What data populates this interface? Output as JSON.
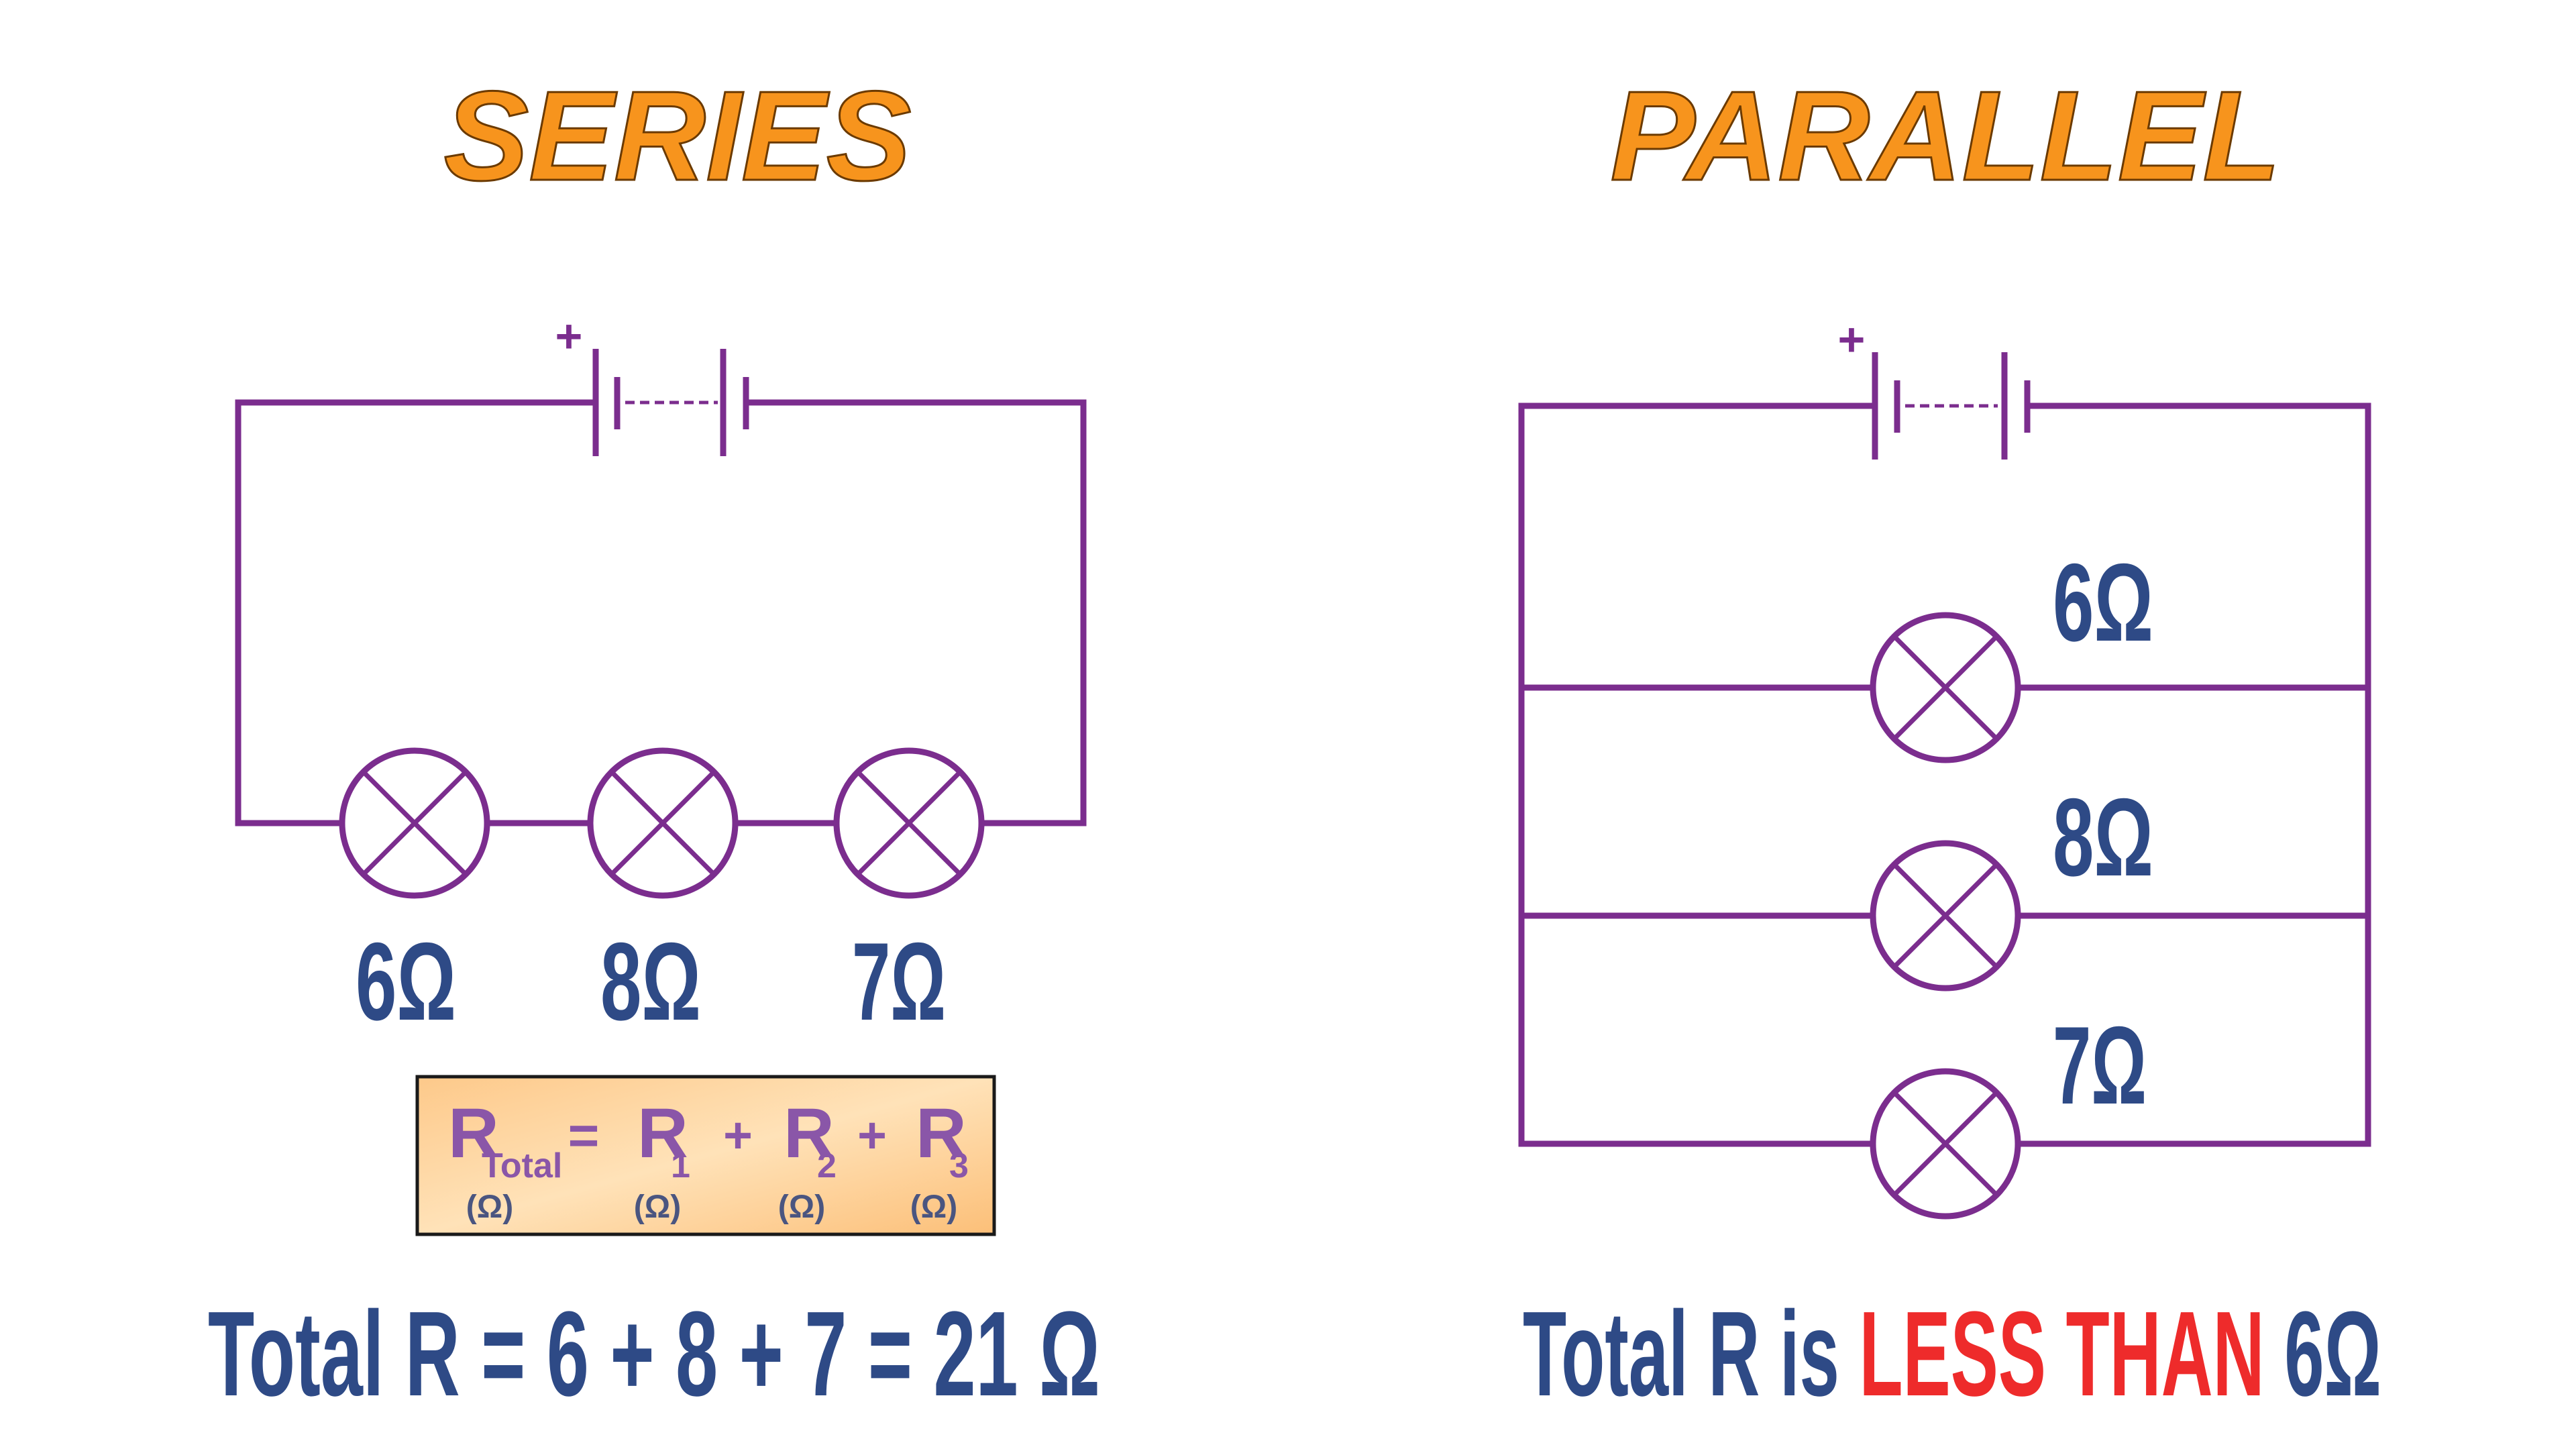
{
  "series": {
    "title": "SERIES",
    "battery_sign": "+",
    "lamps": [
      "6Ω",
      "8Ω",
      "7Ω"
    ],
    "formula": {
      "r_total": "R",
      "r_total_sub": "Total",
      "equals": "=",
      "r1": "R",
      "r1_sub": "1",
      "plus1": "+",
      "r2": "R",
      "r2_sub": "2",
      "plus2": "+",
      "r3": "R",
      "r3_sub": "3",
      "unit": "(Ω)"
    },
    "result": "Total R = 6 + 8 + 7 = 21 Ω"
  },
  "parallel": {
    "title": "PARALLEL",
    "battery_sign": "+",
    "lamps": [
      "6Ω",
      "8Ω",
      "7Ω"
    ],
    "result_prefix": "Total R is ",
    "result_highlight": "LESS THAN",
    "result_suffix": " 6Ω"
  },
  "colors": {
    "wire": "#7b2d8e",
    "title": "#f7941d",
    "label": "#2e4a86",
    "highlight": "#ee2b2b",
    "formula_box": "#fdc98a"
  }
}
